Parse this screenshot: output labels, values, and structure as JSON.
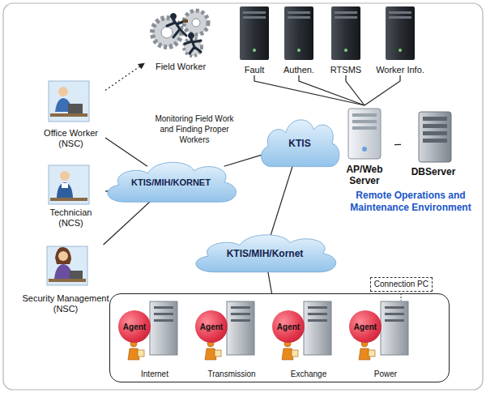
{
  "diagram": {
    "nodes": [
      {
        "text": [
          "Field Worker"
        ]
      },
      {
        "text": [
          "Fault"
        ]
      },
      {
        "text": [
          "Authen."
        ]
      },
      {
        "text": [
          "RTSMS"
        ]
      },
      {
        "text": [
          "Worker Info."
        ]
      },
      {
        "text": [
          "Office Worker (NSC)"
        ]
      },
      {
        "text": [
          "KTIS/MIH/KORNET"
        ]
      },
      {
        "text": [
          "KTIS"
        ]
      },
      {
        "text": [
          "AP/Web Server"
        ]
      },
      {
        "text": [
          "DBServer"
        ]
      },
      {
        "text": [
          "Technician (NCS)"
        ]
      },
      {
        "text": [
          "Security Management (NSC)"
        ]
      },
      {
        "text": [
          "KTIS/MIH/Kornet"
        ]
      },
      {
        "text": [
          "Connection PC"
        ]
      },
      {
        "text": [
          "Agent",
          "Internet"
        ],
        "in": 13
      },
      {
        "text": [
          "Agent",
          "Transmission"
        ],
        "in": 13
      },
      {
        "text": [
          "Agent",
          "Exchange"
        ],
        "in": 13
      },
      {
        "text": [
          "Agent",
          "Power"
        ],
        "in": 13
      }
    ],
    "edges": [
      {
        "from": 1,
        "to": 8,
        "arrow": "none"
      },
      {
        "from": 2,
        "to": 8,
        "arrow": "none"
      },
      {
        "from": 3,
        "to": 8,
        "arrow": "none"
      },
      {
        "from": 4,
        "to": 8,
        "arrow": "none"
      },
      {
        "from": 8,
        "to": 9,
        "arrow": "none"
      },
      {
        "from": 7,
        "to": 8,
        "arrow": "none"
      },
      {
        "from": 5,
        "to": 6,
        "arrow": "none"
      },
      {
        "from": 10,
        "to": 6,
        "arrow": "none"
      },
      {
        "from": 11,
        "to": 6,
        "arrow": "none"
      },
      {
        "from": 6,
        "to": 7,
        "arrow": "none"
      },
      {
        "from": 7,
        "to": 12,
        "arrow": "none"
      },
      {
        "from": 12,
        "to": 13,
        "arrow": "none"
      },
      {
        "from": 5,
        "to": 0,
        "arrow": "to"
      }
    ],
    "labels": [
      "Monitoring Field Work and Finding Proper Workers",
      "Remote Operations and Maintenance Environment"
    ]
  }
}
